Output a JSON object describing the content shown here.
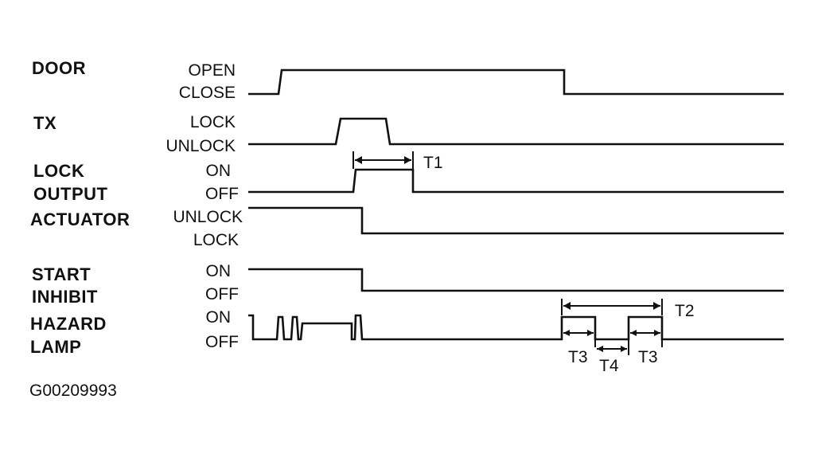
{
  "signals": [
    {
      "id": "door",
      "name": [
        "DOOR"
      ],
      "high": "OPEN",
      "low": "CLOSE"
    },
    {
      "id": "tx",
      "name": [
        "TX"
      ],
      "high": "LOCK",
      "low": "UNLOCK"
    },
    {
      "id": "lock_output",
      "name": [
        "LOCK",
        "OUTPUT"
      ],
      "high": "ON",
      "low": "OFF"
    },
    {
      "id": "actuator",
      "name": [
        "ACTUATOR"
      ],
      "high": "UNLOCK",
      "low": "LOCK"
    },
    {
      "id": "start_inhibit",
      "name": [
        "START",
        "INHIBIT"
      ],
      "high": "ON",
      "low": "OFF"
    },
    {
      "id": "hazard_lamp",
      "name": [
        "HAZARD",
        "LAMP"
      ],
      "high": "ON",
      "low": "OFF"
    }
  ],
  "timing_labels": {
    "t1": "T1",
    "t2": "T2",
    "t3a": "T3",
    "t4": "T4",
    "t3b": "T3"
  },
  "figure_id": "G00209993"
}
